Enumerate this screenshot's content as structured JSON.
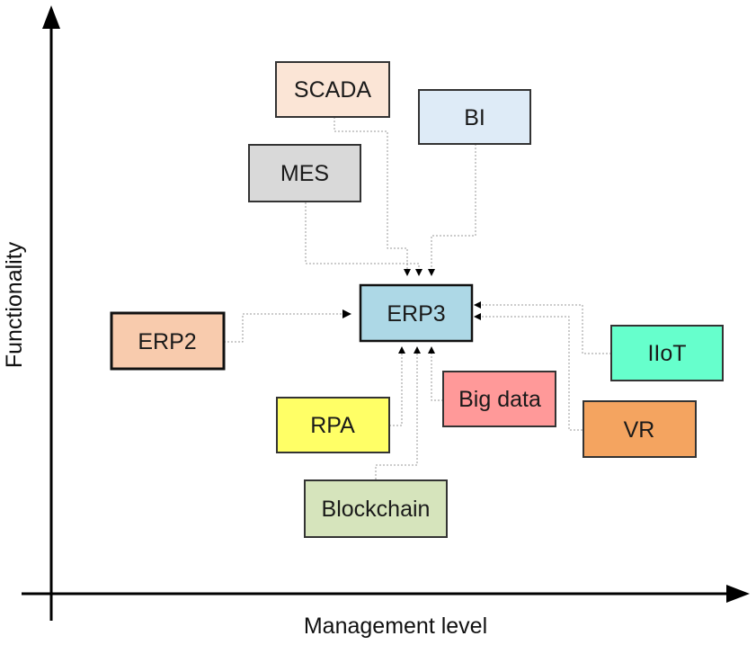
{
  "axes": {
    "x_label": "Management level",
    "y_label": "Functionality"
  },
  "nodes": {
    "scada": {
      "label": "SCADA",
      "fill": "#FBE5D6"
    },
    "bi": {
      "label": "BI",
      "fill": "#DEEBF7"
    },
    "mes": {
      "label": "MES",
      "fill": "#D9D9D9"
    },
    "erp2": {
      "label": "ERP2",
      "fill": "#F8CBAD"
    },
    "erp3": {
      "label": "ERP3",
      "fill": "#ADD8E6"
    },
    "iiot": {
      "label": "IIoT",
      "fill": "#66FFCC"
    },
    "bigdata": {
      "label": "Big data",
      "fill": "#FF9999"
    },
    "rpa": {
      "label": "RPA",
      "fill": "#FFFF66"
    },
    "vr": {
      "label": "VR",
      "fill": "#F4A460"
    },
    "blockchain": {
      "label": "Blockchain",
      "fill": "#D6E4BC"
    }
  },
  "connections": [
    {
      "from": "SCADA",
      "to": "ERP3"
    },
    {
      "from": "BI",
      "to": "ERP3"
    },
    {
      "from": "MES",
      "to": "ERP3"
    },
    {
      "from": "ERP2",
      "to": "ERP3"
    },
    {
      "from": "IIoT",
      "to": "ERP3"
    },
    {
      "from": "VR",
      "to": "ERP3"
    },
    {
      "from": "RPA",
      "to": "ERP3"
    },
    {
      "from": "Big data",
      "to": "ERP3"
    },
    {
      "from": "Blockchain",
      "to": "ERP3"
    }
  ]
}
